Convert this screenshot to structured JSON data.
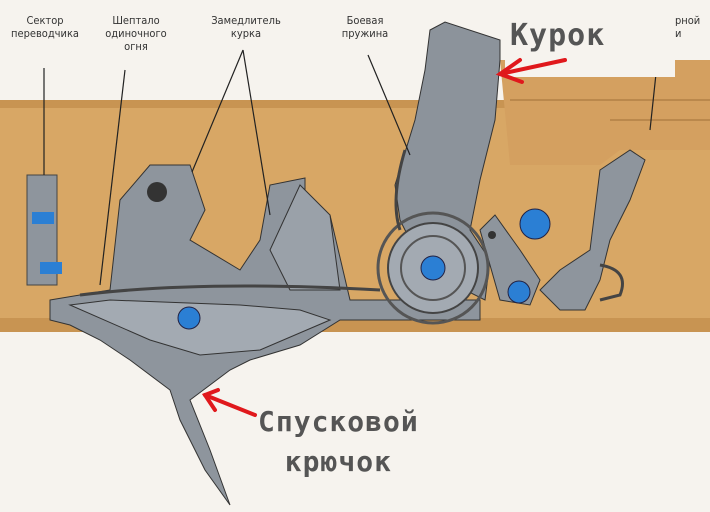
{
  "labels": {
    "selector_sector": "Сектор\nпереводчика",
    "single_fire_sear": "Шептало\nодиночного\nогня",
    "hammer_retarder": "Замедлитель\nкурка",
    "mainspring": "Боевая\nпружина",
    "cut_off_label": "рной\nи"
  },
  "callouts": {
    "hammer": "Курок",
    "trigger": "Спусковой\nкрючок"
  },
  "colors": {
    "receiver": "#d8a765",
    "part": "#8e959d",
    "pin": "#2b7fd4",
    "arrow": "#e0181c"
  }
}
